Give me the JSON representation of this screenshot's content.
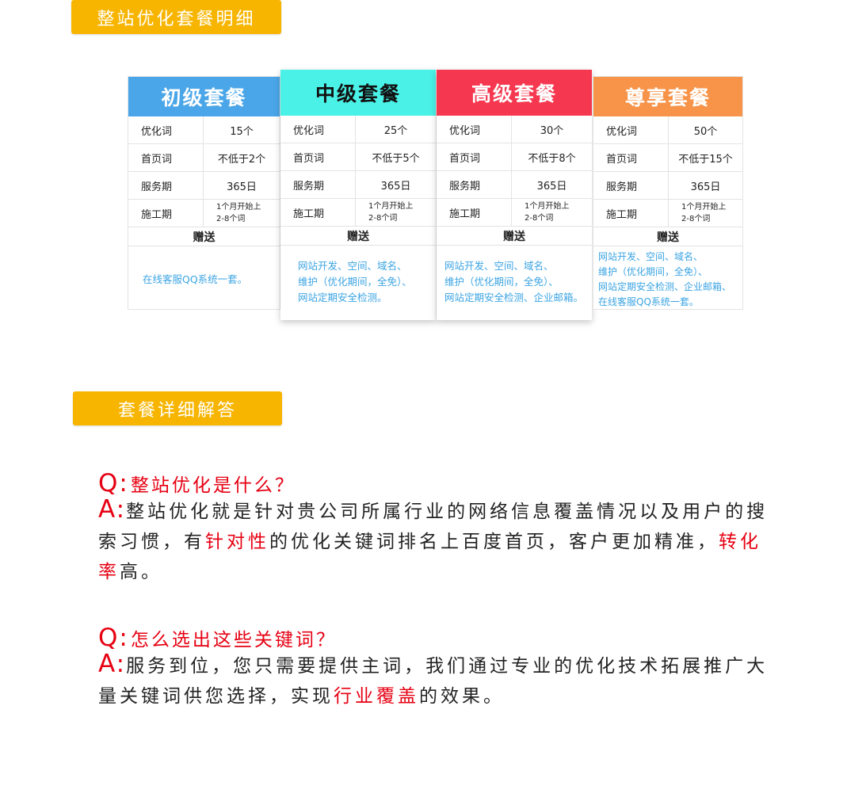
{
  "section1": {
    "title": "整站优化套餐明细"
  },
  "section2": {
    "title": "套餐详细解答"
  },
  "colors": {
    "badge": "#f7b500",
    "basic": "#4aa6e8",
    "middle": "#4af1e6",
    "high": "#f5384f",
    "premium": "#f7944a",
    "gift_text": "#3ba4e3",
    "highlight": "#e60012"
  },
  "packages": [
    {
      "name": "初级套餐",
      "rows": [
        {
          "label": "优化词",
          "value": "15个"
        },
        {
          "label": "首页词",
          "value": "不低于2个"
        },
        {
          "label": "服务期",
          "value": "365日"
        },
        {
          "label": "施工期",
          "value1": "1个月开始上",
          "value2": "2-8个词"
        }
      ],
      "gift_title": "赠送",
      "gift_lines": [
        "在线客服QQ系统一套。"
      ]
    },
    {
      "name": "中级套餐",
      "rows": [
        {
          "label": "优化词",
          "value": "25个"
        },
        {
          "label": "首页词",
          "value": "不低于5个"
        },
        {
          "label": "服务期",
          "value": "365日"
        },
        {
          "label": "施工期",
          "value1": "1个月开始上",
          "value2": "2-8个词"
        }
      ],
      "gift_title": "赠送",
      "gift_lines": [
        "网站开发、空间、域名、",
        "维护（优化期间，全免）、",
        "网站定期安全检测。"
      ]
    },
    {
      "name": "高级套餐",
      "rows": [
        {
          "label": "优化词",
          "value": "30个"
        },
        {
          "label": "首页词",
          "value": "不低于8个"
        },
        {
          "label": "服务期",
          "value": "365日"
        },
        {
          "label": "施工期",
          "value1": "1个月开始上",
          "value2": "2-8个词"
        }
      ],
      "gift_title": "赠送",
      "gift_lines": [
        "网站开发、空间、域名、",
        "维护（优化期间，全免）、",
        "网站定期安全检测、企业邮箱。"
      ]
    },
    {
      "name": "尊享套餐",
      "rows": [
        {
          "label": "优化词",
          "value": "50个"
        },
        {
          "label": "首页词",
          "value": "不低于15个"
        },
        {
          "label": "服务期",
          "value": "365日"
        },
        {
          "label": "施工期",
          "value1": "1个月开始上",
          "value2": "2-8个词"
        }
      ],
      "gift_title": "赠送",
      "gift_lines": [
        "网站开发、空间、域名、",
        "维护（优化期间，全免）、",
        "网站定期安全检测、企业邮箱、",
        "在线客服QQ系统一套。"
      ]
    }
  ],
  "faq": [
    {
      "q_mark": "Q:",
      "question": "整站优化是什么？",
      "a_mark": "A:",
      "answer_parts": [
        "整站优化就是针对贵公司所属行业的网络信息覆盖情况以及用户的搜索习惯，有",
        "针对性",
        "的优化关键词排名上百度首页，客户更加精准，",
        "转化率",
        "高。"
      ]
    },
    {
      "q_mark": "Q:",
      "question": "怎么选出这些关键词？",
      "a_mark": "A:",
      "answer_parts": [
        "服务到位，您只需要提供主词，我们通过专业的优化技术拓展推广大量关键词供您选择，实现",
        "行业覆盖",
        "的效果。"
      ]
    }
  ]
}
